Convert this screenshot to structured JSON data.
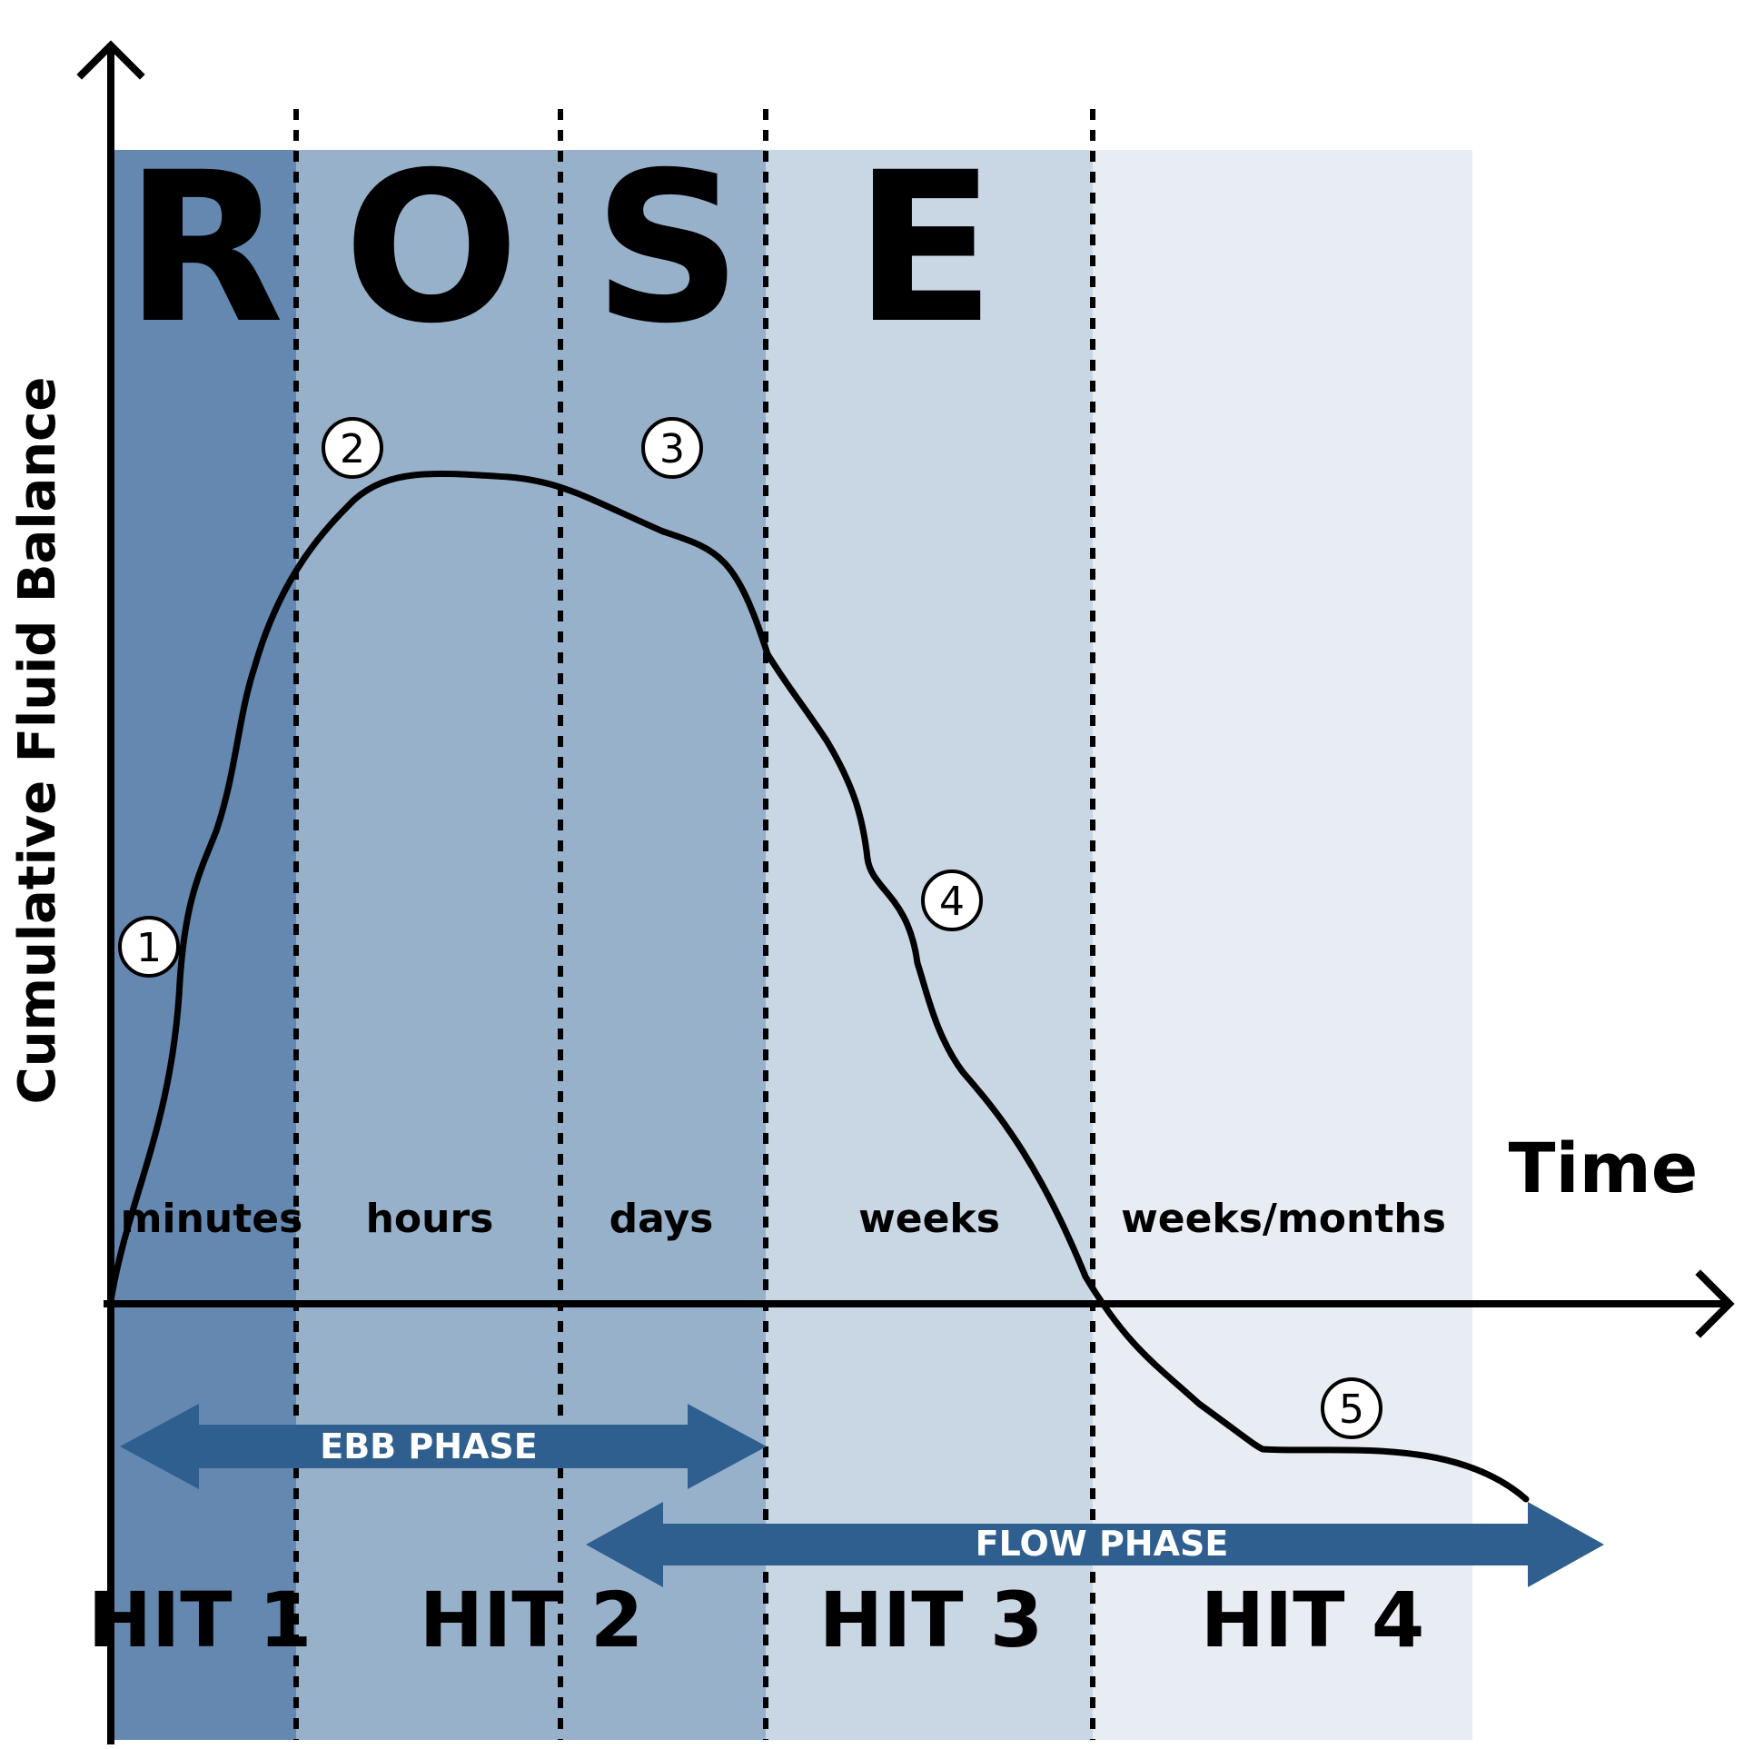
{
  "acronym": [
    "R",
    "O",
    "S",
    "E"
  ],
  "axes": {
    "y_label": "Cumulative Fluid Balance",
    "x_label": "Time"
  },
  "periods": [
    "minutes",
    "hours",
    "days",
    "weeks",
    "weeks/months"
  ],
  "hits": [
    "HIT 1",
    "HIT 2",
    "HIT 3",
    "HIT 4"
  ],
  "phases": {
    "ebb": "EBB PHASE",
    "flow": "FLOW PHASE"
  },
  "markers": [
    "1",
    "2",
    "3",
    "4",
    "5"
  ],
  "colors": {
    "band_1": "#6488b0",
    "band_2": "#98b1ca",
    "band_3": "#c9d6e3",
    "band_4": "#e7edf3",
    "arrow": "#2f5f8f",
    "curve": "#000000"
  }
}
